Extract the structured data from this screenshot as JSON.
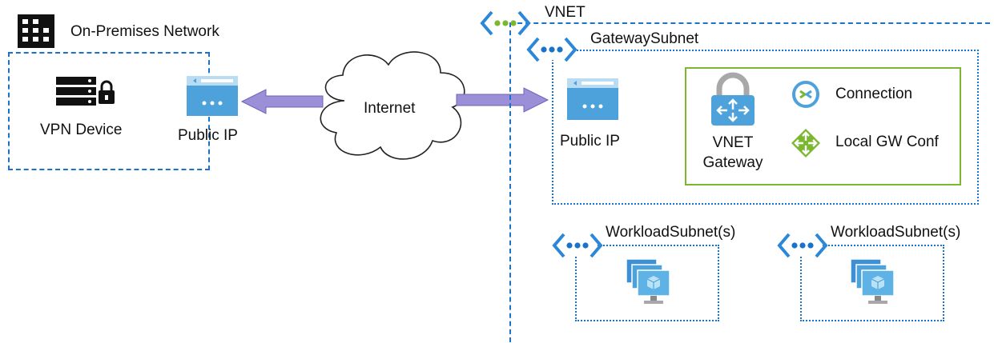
{
  "onprem": {
    "title": "On-Premises Network",
    "vpn_device": "VPN Device",
    "public_ip": "Public IP"
  },
  "internet": {
    "label": "Internet"
  },
  "vnet": {
    "title": "VNET",
    "gateway_subnet": {
      "title": "GatewaySubnet",
      "public_ip": "Public IP",
      "gateway_line1": "VNET",
      "gateway_line2": "Gateway",
      "connection": "Connection",
      "local_gw_conf": "Local GW Conf"
    },
    "workload_subnets": [
      {
        "title": "WorkloadSubnet(s)"
      },
      {
        "title": "WorkloadSubnet(s)"
      }
    ]
  },
  "colors": {
    "boundary": "#1a73c9",
    "arrow": "#9b8fd8",
    "gateway_box": "#7cb82f",
    "azure_blue": "#4ea2dc",
    "gateway_green": "#7cb82f"
  },
  "icons": {
    "building": "building-icon",
    "vpn_device": "server-lock-icon",
    "public_ip": "public-ip-icon",
    "cloud": "cloud-icon",
    "subnet": "subnet-icon",
    "vnet": "vnet-icon",
    "gateway": "vpn-gateway-icon",
    "connection": "connection-icon",
    "local_gw": "local-network-gateway-icon",
    "vm": "virtual-machines-icon"
  }
}
